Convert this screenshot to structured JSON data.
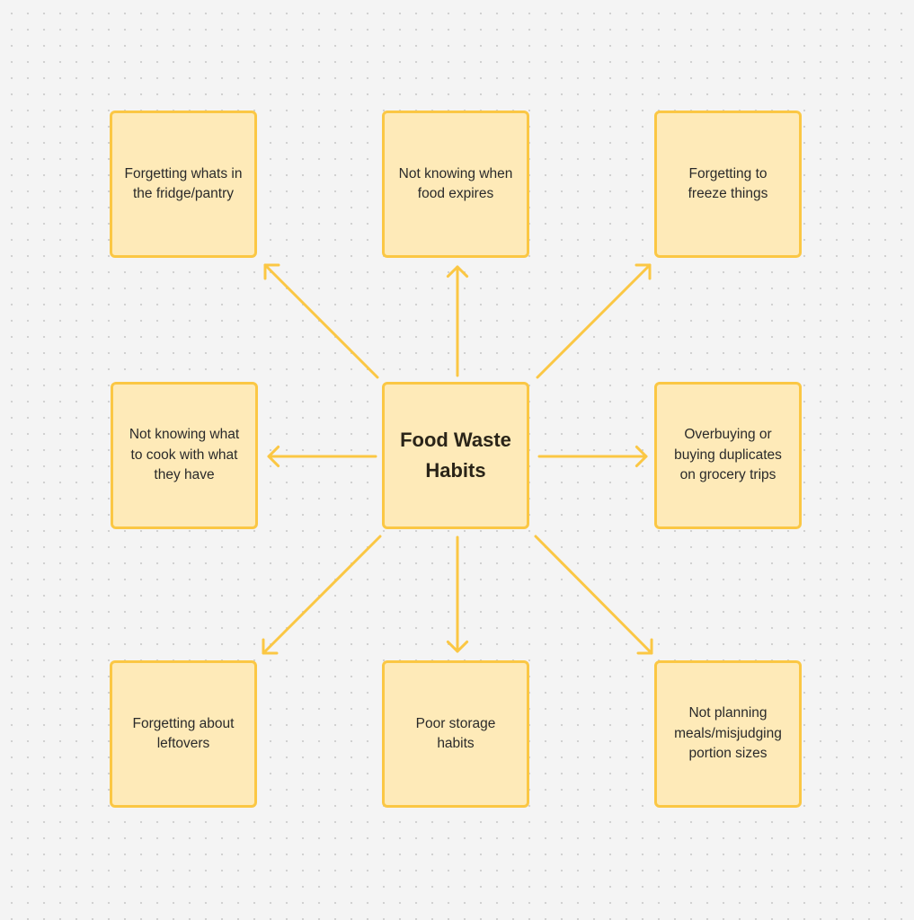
{
  "diagram": {
    "center": {
      "label": "Food Waste Habits"
    },
    "nodes": [
      {
        "id": "top-left",
        "label": "Forgetting whats in the fridge/pantry"
      },
      {
        "id": "top-center",
        "label": "Not knowing when food expires"
      },
      {
        "id": "top-right",
        "label": "Forgetting to freeze things"
      },
      {
        "id": "middle-left",
        "label": "Not knowing what to cook with what they have"
      },
      {
        "id": "middle-right",
        "label": "Overbuying or buying duplicates on grocery trips"
      },
      {
        "id": "bottom-left",
        "label": "Forgetting about leftovers"
      },
      {
        "id": "bottom-center",
        "label": "Poor storage habits"
      },
      {
        "id": "bottom-right",
        "label": "Not planning meals/misjudging portion sizes"
      }
    ],
    "colors": {
      "sticky_fill": "#feeab8",
      "sticky_border": "#fbc744",
      "arrow": "#fbc744",
      "text": "#2a2a2a"
    }
  }
}
